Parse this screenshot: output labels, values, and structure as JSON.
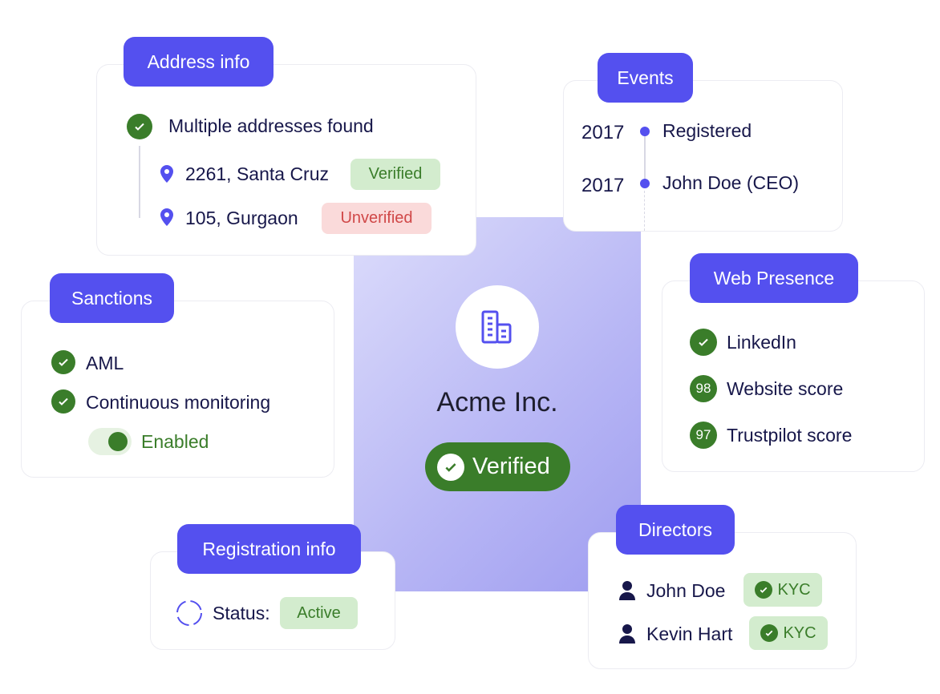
{
  "center": {
    "company": "Acme Inc.",
    "status": "Verified",
    "icon": "building-icon"
  },
  "address": {
    "title": "Address info",
    "summary": "Multiple addresses found",
    "items": [
      {
        "address": "2261, Santa Cruz",
        "status": "Verified"
      },
      {
        "address": "105, Gurgaon",
        "status": "Unverified"
      }
    ]
  },
  "events": {
    "title": "Events",
    "items": [
      {
        "year": "2017",
        "label": "Registered"
      },
      {
        "year": "2017",
        "label": "John Doe (CEO)"
      }
    ]
  },
  "sanctions": {
    "title": "Sanctions",
    "items": [
      "AML",
      "Continuous monitoring"
    ],
    "toggle_label": "Enabled"
  },
  "web": {
    "title": "Web Presence",
    "items": [
      {
        "badge": "",
        "label": "LinkedIn"
      },
      {
        "badge": "98",
        "label": "Website score"
      },
      {
        "badge": "97",
        "label": "Trustpilot score"
      }
    ]
  },
  "registration": {
    "title": "Registration info",
    "status_label": "Status:",
    "status": "Active"
  },
  "directors": {
    "title": "Directors",
    "items": [
      {
        "name": "John Doe",
        "badge": "KYC"
      },
      {
        "name": "Kevin Hart",
        "badge": "KYC"
      }
    ]
  },
  "colors": {
    "accent": "#5450ef",
    "success": "#3a7d2a",
    "danger": "#d04848"
  }
}
